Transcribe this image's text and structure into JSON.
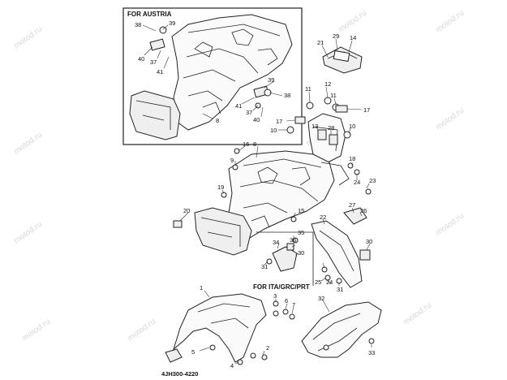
{
  "captions": {
    "austria": "FOR AUSTRIA",
    "ita": "FOR ITA/GRC/PRT",
    "code": "4JH300-4220"
  },
  "watermark": "motod.ru",
  "callouts": {
    "n38a": "38",
    "n39a": "39",
    "n40a": "40",
    "n37a": "37",
    "n41a": "41",
    "n8a": "8",
    "n39b": "39",
    "n38b": "38",
    "n41b": "41",
    "n37b": "37",
    "n40b": "40",
    "n21": "21",
    "n29": "29",
    "n14": "14",
    "n11a": "11",
    "n12": "12",
    "n11b": "11",
    "n17a": "17",
    "n17b": "17",
    "n10a": "10",
    "n13": "13",
    "n28": "28",
    "n10b": "10",
    "n16": "16",
    "n8b": "8",
    "n9": "9",
    "n18": "18",
    "n24a": "24",
    "n23": "23",
    "n19": "19",
    "n20": "20",
    "n15": "15",
    "n22": "22",
    "n27": "27",
    "n26": "26",
    "n35": "35",
    "n34": "34",
    "n36": "36",
    "n30a": "30",
    "n31a": "31",
    "n30b": "30",
    "n25": "25",
    "n24b": "24",
    "n31b": "31",
    "n1": "1",
    "n3": "3",
    "n6": "6",
    "n7": "7",
    "n5": "5",
    "n4": "4",
    "n2": "2",
    "n32": "32",
    "n33": "33"
  }
}
